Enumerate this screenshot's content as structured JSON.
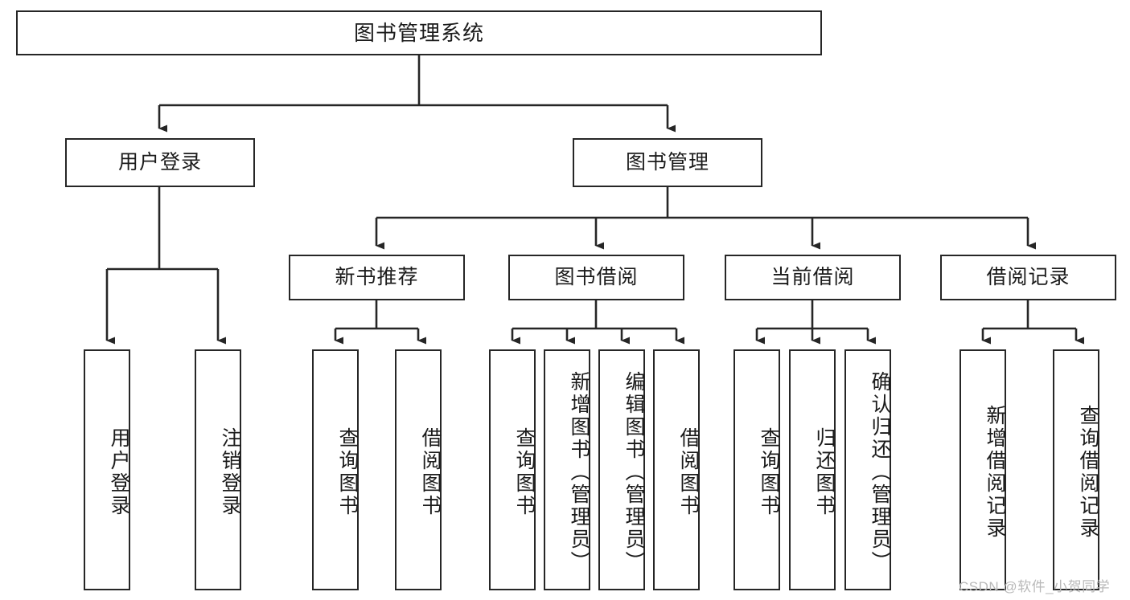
{
  "diagram": {
    "type": "tree",
    "title": "图书管理系统",
    "root": {
      "label": "图书管理系统"
    },
    "level2": [
      {
        "label": "用户登录"
      },
      {
        "label": "图书管理"
      }
    ],
    "level3": [
      {
        "label": "新书推荐"
      },
      {
        "label": "图书借阅"
      },
      {
        "label": "当前借阅"
      },
      {
        "label": "借阅记录"
      }
    ],
    "leaves": {
      "user_login": [
        {
          "label": "用户登录"
        },
        {
          "label": "注销登录"
        }
      ],
      "new_book_recommend": [
        {
          "label": "查询图书"
        },
        {
          "label": "借阅图书"
        }
      ],
      "book_borrow": [
        {
          "label": "查询图书"
        },
        {
          "label": "新增图书（管理员）"
        },
        {
          "label": "编辑图书（管理员）"
        },
        {
          "label": "借阅图书"
        }
      ],
      "current_borrow": [
        {
          "label": "查询图书"
        },
        {
          "label": "归还图书"
        },
        {
          "label": "确认归还（管理员）"
        }
      ],
      "borrow_record": [
        {
          "label": "新增借阅记录"
        },
        {
          "label": "查询借阅记录"
        }
      ]
    },
    "watermark": "CSDN @软件_小贺同学",
    "colors": {
      "stroke": "#262626",
      "background": "#ffffff",
      "text": "#1b1b1b",
      "watermark": "#b9b9b9"
    }
  }
}
